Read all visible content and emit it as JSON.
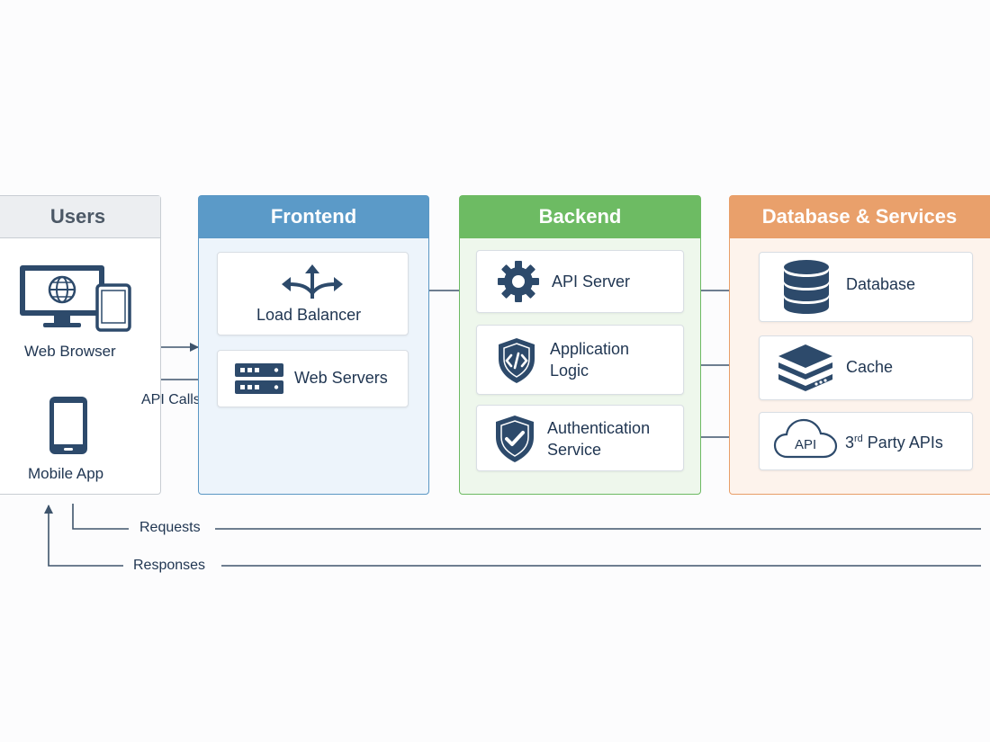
{
  "users": {
    "title": "Users",
    "web_browser": "Web Browser",
    "mobile_app": "Mobile App"
  },
  "frontend": {
    "title": "Frontend",
    "load_balancer": "Load Balancer",
    "web_servers": "Web Servers"
  },
  "backend": {
    "title": "Backend",
    "api_server": "API Server",
    "application_logic_line1": "Application",
    "application_logic_line2": "Logic",
    "auth_line1": "Authentication",
    "auth_line2": "Service"
  },
  "database_services": {
    "title": "Database & Services",
    "database": "Database",
    "cache": "Cache",
    "api_badge": "API",
    "third_party_prefix": "3",
    "third_party_sup": "rd",
    "third_party_suffix": " Party APIs"
  },
  "connectors": {
    "api_calls": "API Calls",
    "requests": "Requests",
    "responses": "Responses"
  },
  "colors": {
    "navy": "#2d4a6b",
    "frontend": "#5b9ac8",
    "backend": "#6dbb63",
    "database_services": "#e9a06b",
    "users": "#eceef1"
  }
}
